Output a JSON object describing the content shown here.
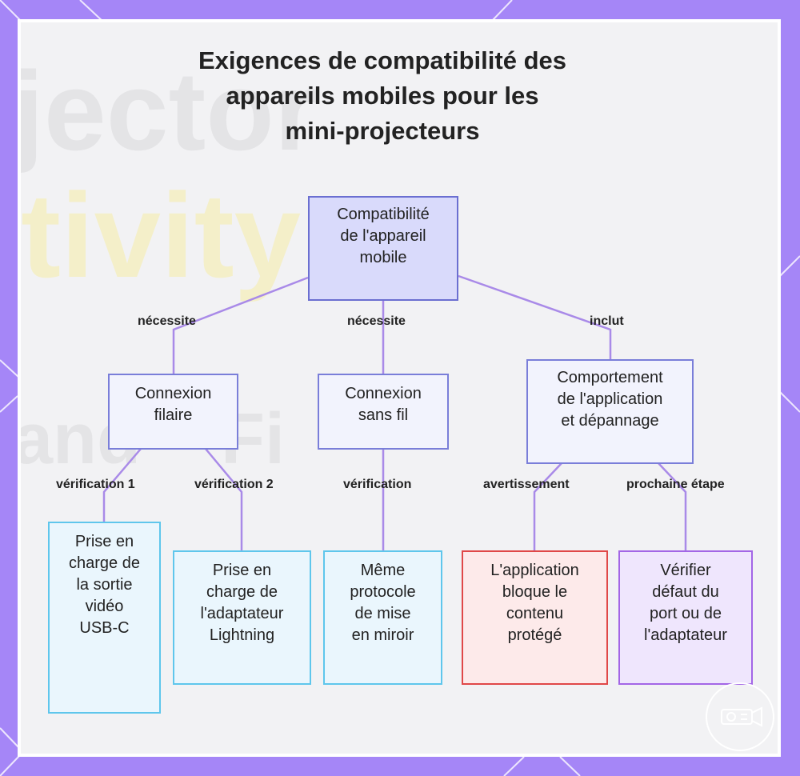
{
  "title": "Exigences de compatibilité des\nappareils mobiles pour les\nmini-projecteurs",
  "nodes": {
    "root": "Compatibilité\nde l'appareil\nmobile",
    "wired": "Connexion\nfilaire",
    "wireless": "Connexion\nsans fil",
    "app": "Comportement\nde l'application\net dépannage",
    "usbc": "Prise en\ncharge de\nla sortie\nvidéo\nUSB-C",
    "lightning": "Prise en\ncharge de\nl'adaptateur\nLightning",
    "mirror": "Même\nprotocole\nde mise\nen miroir",
    "blocks": "L'application\nbloque le\ncontenu\nprotégé",
    "check": "Vérifier\ndéfaut du\nport ou de\nl'adaptateur"
  },
  "edges": {
    "root_wired": "nécessite",
    "root_wireless": "nécessite",
    "root_app": "inclut",
    "wired_usbc": "vérification 1",
    "wired_lightning": "vérification 2",
    "wireless_mirror": "vérification",
    "app_blocks": "avertissement",
    "app_check": "prochaine étape"
  },
  "colors": {
    "frame": "#a586f7",
    "connector": "#a98ae8",
    "root_fill": "#d9dafb",
    "info_border": "#5fc6ec",
    "warning_border": "#e04848",
    "next_step_border": "#a366e6"
  },
  "icons": {
    "logo": "projector-icon"
  }
}
